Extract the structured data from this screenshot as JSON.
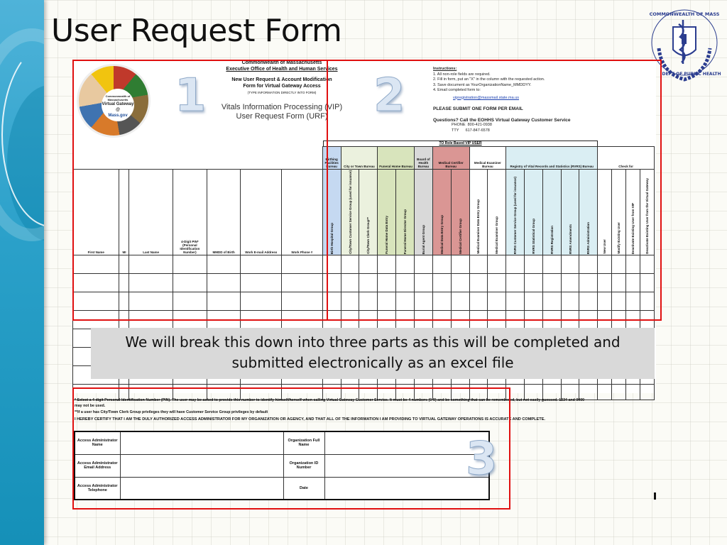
{
  "slide": {
    "title": "User Request Form",
    "seal_label": "Commonwealth of Massachusetts Department of Public Health"
  },
  "logo": {
    "line1": "Commonwealth of Massachusetts",
    "line2": "Virtual Gateway",
    "line3": "@",
    "line4": "Mass.gov"
  },
  "form_header": {
    "org": "Commonwealth of Massachusetts",
    "office": "Executive Office of Health and Human Services",
    "form_title_1": "New User Request & Account Modification",
    "form_title_2": "Form for Virtual Gateway Access",
    "note": "(TYPE INFORMATION DIRECTLY INTO FORM)",
    "vip_1": "Vitals Information Processing (VIP)",
    "vip_2": "User Request Form (URF)"
  },
  "instructions": {
    "heading": "Instructions:",
    "items": [
      "1. All non-role fields are required.",
      "2. Fill in form, put an \"X\" in the column with the requested action.",
      "3. Save document as YourOrganizationName_MMDDYY.",
      "4. Email completed form to:"
    ],
    "email": "vipregistration@massmail.state.ma.us",
    "submit_note": "PLEASE SUBMIT ONE FORM PER EMAIL",
    "questions": "Questions? Call the EOHHS Virtual Gateway Customer Service",
    "phone_label": "PHONE",
    "phone": "800-421-0938",
    "tty_label": "TTY",
    "tty": "617-847-6578"
  },
  "table": {
    "role_banner": "TO Role Based VIP USER",
    "user_columns": [
      "First Name",
      "MI",
      "Last Name",
      "4-Digit PIN* (Personal Identification Number)",
      "MMDD of Birth",
      "Work E-mail Address",
      "Work Phone #"
    ],
    "groups": [
      {
        "label": "Birthing Facilities Bureau",
        "color": "#c5d9f1",
        "roles": [
          "Birth Hospital Group"
        ]
      },
      {
        "label": "City or Town Bureau",
        "color": "#ebf1de",
        "roles": [
          "City/Town Customer Service Group (used for issuance)",
          "City/Town Clerk Group**"
        ]
      },
      {
        "label": "Funeral Home Bureau",
        "color": "#d8e4bc",
        "roles": [
          "Funeral Home Data Entry",
          "Funeral Home Director Group"
        ]
      },
      {
        "label": "Board of Health Bureau",
        "color": "#d9d9d9",
        "roles": [
          "Burial Agent Group"
        ]
      },
      {
        "label": "Medical Certifier Bureau",
        "color": "#da9694",
        "roles": [
          "Medical Data Entry Group",
          "Medical Certifier Group"
        ]
      },
      {
        "label": "Medical Examiner Bureau",
        "color": "#ffffff",
        "roles": [
          "Medical Examiner Data Entry Group",
          "Medical Examiner Group"
        ]
      },
      {
        "label": "Registry of Vital Records and Statistics (RVRS) Bureau",
        "color": "#daeef3",
        "roles": [
          "RVRS Customer Service Group (used for issuance)",
          "RVRS Statistical Group",
          "RVRS Registration",
          "RVRS Amendments",
          "RVRS Administration"
        ]
      }
    ],
    "check_for": {
      "label": "Check for",
      "options": [
        "New User",
        "Modify Existing User",
        "Deactivate Existing User from VIP",
        "Deactivate Existing User from the Virtual Gateway"
      ]
    },
    "blank_rows": 8
  },
  "callout": {
    "text": "We will break this down into three parts as this will be completed and submitted  electronically as an excel file"
  },
  "section_numbers": [
    "1",
    "2",
    "3"
  ],
  "footnotes": {
    "pin_note": "* Select a 4 digit Personal Identification Number (PIN). The user may be asked to provide this number to identify himself/herself when calling Virtual Gateway Customer Service. It must be 4 numbers (0-9) and be something that can be remembered, but not easily guessed. 1234 and 0000 may not be used.",
    "clerk_note": "**If a user has City/Town Clerk Group privileges they will have Customer Service Group privileges by default",
    "certification": "I HEREBY CERTIFY THAT I AM THE DULY AUTHORIZED ACCESS ADMINISTRATOR FOR MY ORGANIZATION OR AGENCY, AND THAT ALL OF THE INFORMATION I AM PROVIDING TO VIRTUAL GATEWAY OPERATIONS IS ACCURATE AND COMPLETE."
  },
  "admin_table": {
    "rows": [
      {
        "left_label": "Access Administrator Name",
        "left_value": "",
        "right_label": "Organization Full Name",
        "right_value": ""
      },
      {
        "left_label": "Access Administrator Email Address",
        "left_value": "",
        "right_label": "Organization ID Number",
        "right_value": ""
      },
      {
        "left_label": "Access Administrator Telephone",
        "left_value": "",
        "right_label": "Date",
        "right_value": ""
      }
    ]
  },
  "colors": {
    "highlight_box": "#e01010",
    "side_band": "#2aa0c9",
    "callout_bg": "#d9d9d9"
  }
}
